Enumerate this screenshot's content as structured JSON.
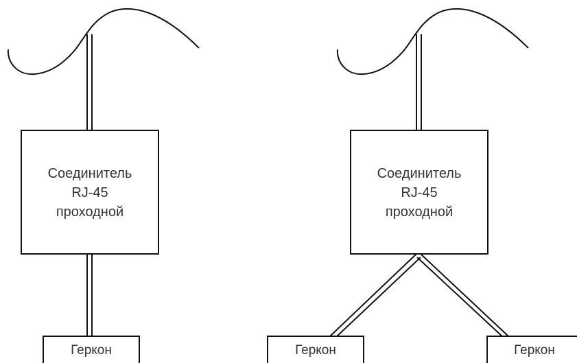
{
  "diagrams": [
    {
      "connector": {
        "lines": [
          "Соединитель",
          "RJ-45",
          "проходной"
        ]
      },
      "reed_switches": [
        {
          "label": "Геркон"
        }
      ]
    },
    {
      "connector": {
        "lines": [
          "Соединитель",
          "RJ-45",
          "проходной"
        ]
      },
      "reed_switches": [
        {
          "label": "Геркон"
        },
        {
          "label": "Геркон"
        }
      ]
    }
  ]
}
